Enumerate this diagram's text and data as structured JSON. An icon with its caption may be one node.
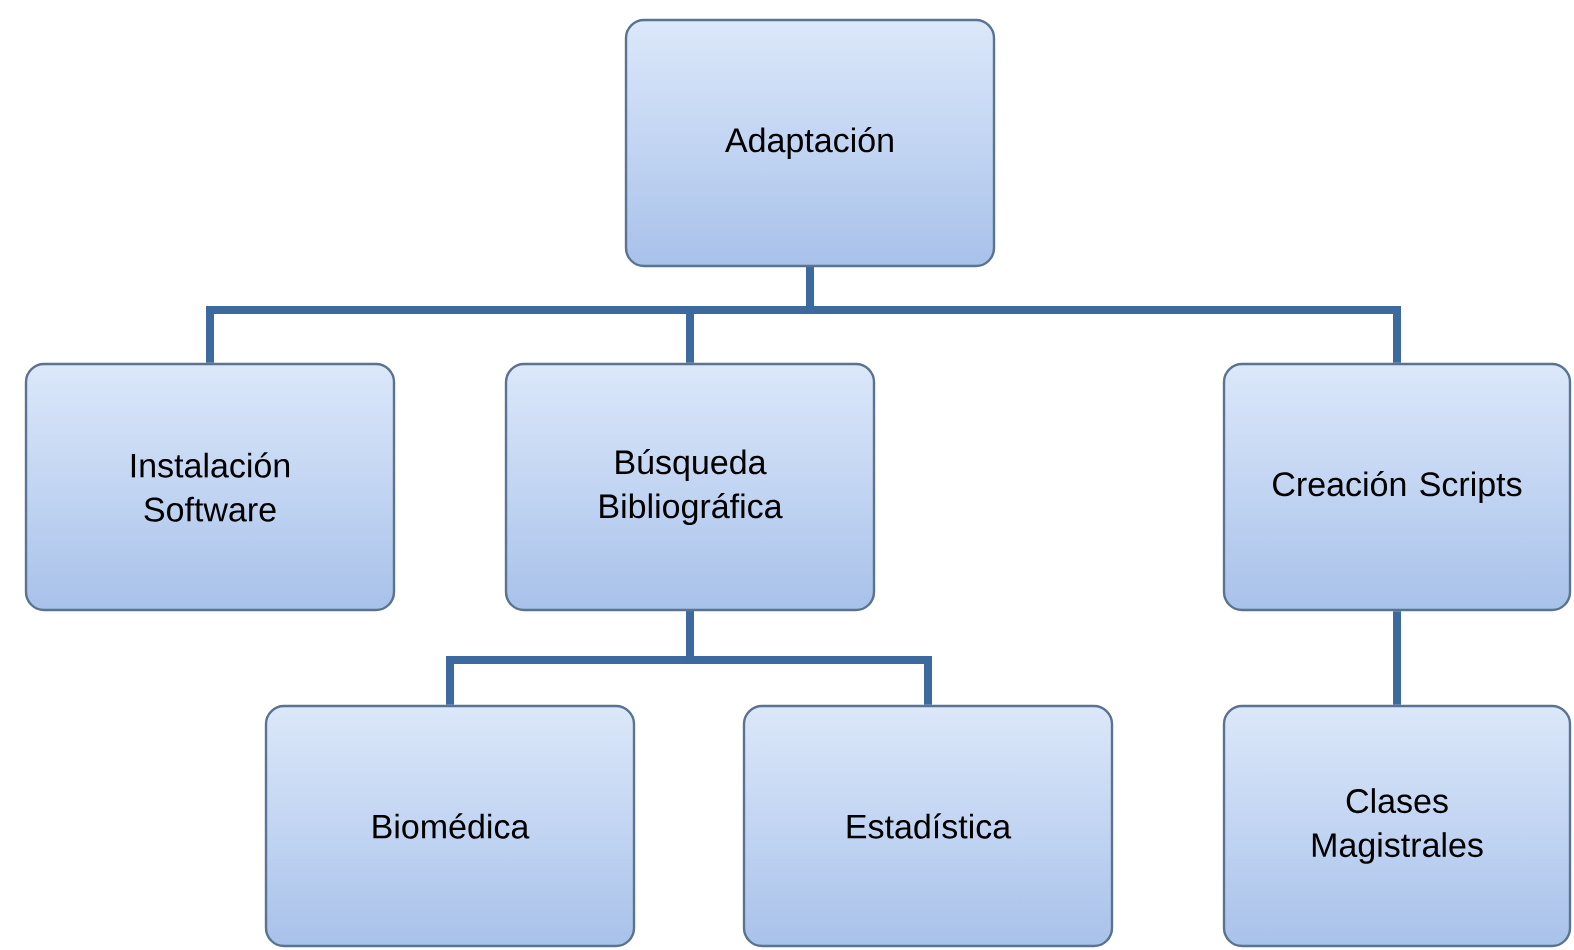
{
  "diagram": {
    "nodes": [
      {
        "text": [
          "Adaptación"
        ]
      },
      {
        "text": [
          "Instalación Software"
        ]
      },
      {
        "text": [
          "Búsqueda Bibliográfica"
        ]
      },
      {
        "text": [
          "Creación Scripts"
        ]
      },
      {
        "text": [
          "Biomédica"
        ]
      },
      {
        "text": [
          "Estadística"
        ]
      },
      {
        "text": [
          "Clases Magistrales"
        ]
      }
    ],
    "edges": [
      {
        "from": 0,
        "to": 1,
        "arrow": "none"
      },
      {
        "from": 0,
        "to": 2,
        "arrow": "none"
      },
      {
        "from": 0,
        "to": 3,
        "arrow": "none"
      },
      {
        "from": 2,
        "to": 4,
        "arrow": "none"
      },
      {
        "from": 2,
        "to": 5,
        "arrow": "none"
      },
      {
        "from": 3,
        "to": 6,
        "arrow": "none"
      }
    ]
  }
}
